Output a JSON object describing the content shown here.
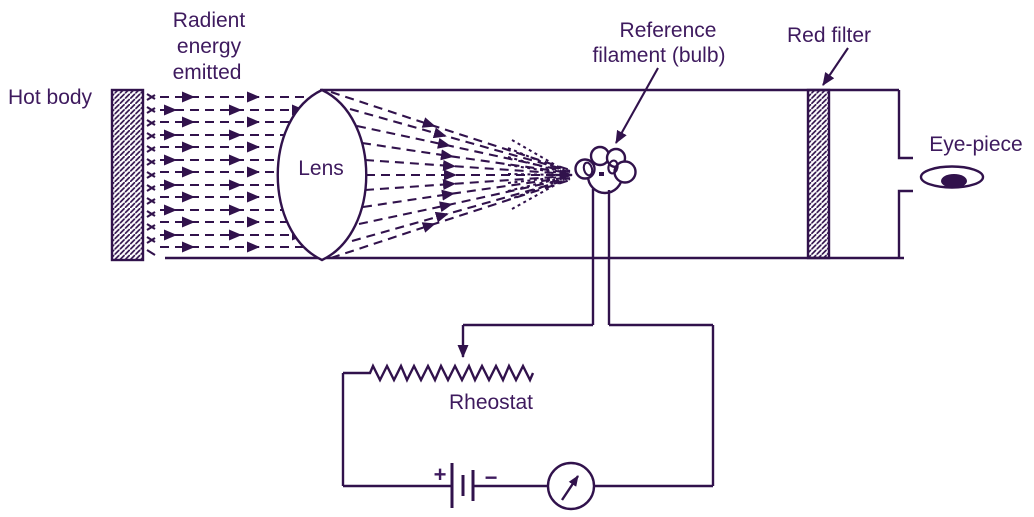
{
  "diagram": {
    "labels": {
      "hot_body": "Hot body",
      "radiant_energy": [
        "Radient",
        "energy",
        "emitted"
      ],
      "lens": "Lens",
      "reference_filament": [
        "Reference",
        "filament (bulb)"
      ],
      "red_filter": "Red filter",
      "eye_piece": "Eye-piece",
      "rheostat": "Rheostat",
      "battery_plus": "+",
      "battery_minus": "−"
    },
    "colors": {
      "line": "#31124c",
      "text": "#3e1a5e",
      "background": "#ffffff"
    }
  }
}
